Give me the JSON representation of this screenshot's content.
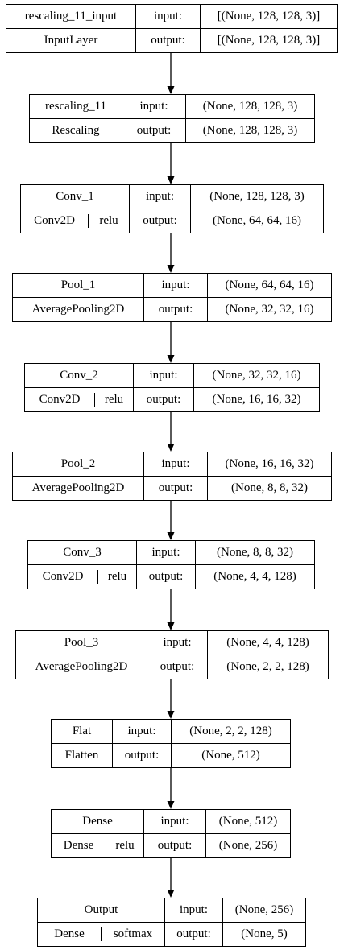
{
  "layers": [
    {
      "name": "rescaling_11_input",
      "type": "InputLayer",
      "activation": "",
      "input_label": "input:",
      "output_label": "output:",
      "input": "[(None, 128, 128, 3)]",
      "output": "[(None, 128, 128, 3)]"
    },
    {
      "name": "rescaling_11",
      "type": "Rescaling",
      "activation": "",
      "input_label": "input:",
      "output_label": "output:",
      "input": "(None, 128, 128, 3)",
      "output": "(None, 128, 128, 3)"
    },
    {
      "name": "Conv_1",
      "type": "Conv2D",
      "activation": "relu",
      "input_label": "input:",
      "output_label": "output:",
      "input": "(None, 128, 128, 3)",
      "output": "(None, 64, 64, 16)"
    },
    {
      "name": "Pool_1",
      "type": "AveragePooling2D",
      "activation": "",
      "input_label": "input:",
      "output_label": "output:",
      "input": "(None, 64, 64, 16)",
      "output": "(None, 32, 32, 16)"
    },
    {
      "name": "Conv_2",
      "type": "Conv2D",
      "activation": "relu",
      "input_label": "input:",
      "output_label": "output:",
      "input": "(None, 32, 32, 16)",
      "output": "(None, 16, 16, 32)"
    },
    {
      "name": "Pool_2",
      "type": "AveragePooling2D",
      "activation": "",
      "input_label": "input:",
      "output_label": "output:",
      "input": "(None, 16, 16, 32)",
      "output": "(None, 8, 8, 32)"
    },
    {
      "name": "Conv_3",
      "type": "Conv2D",
      "activation": "relu",
      "input_label": "input:",
      "output_label": "output:",
      "input": "(None, 8, 8, 32)",
      "output": "(None, 4, 4, 128)"
    },
    {
      "name": "Pool_3",
      "type": "AveragePooling2D",
      "activation": "",
      "input_label": "input:",
      "output_label": "output:",
      "input": "(None, 4, 4, 128)",
      "output": "(None, 2, 2, 128)"
    },
    {
      "name": "Flat",
      "type": "Flatten",
      "activation": "",
      "input_label": "input:",
      "output_label": "output:",
      "input": "(None, 2, 2, 128)",
      "output": "(None, 512)"
    },
    {
      "name": "Dense",
      "type": "Dense",
      "activation": "relu",
      "input_label": "input:",
      "output_label": "output:",
      "input": "(None, 512)",
      "output": "(None, 256)"
    },
    {
      "name": "Output",
      "type": "Dense",
      "activation": "softmax",
      "input_label": "input:",
      "output_label": "output:",
      "input": "(None, 256)",
      "output": "(None, 5)"
    }
  ]
}
